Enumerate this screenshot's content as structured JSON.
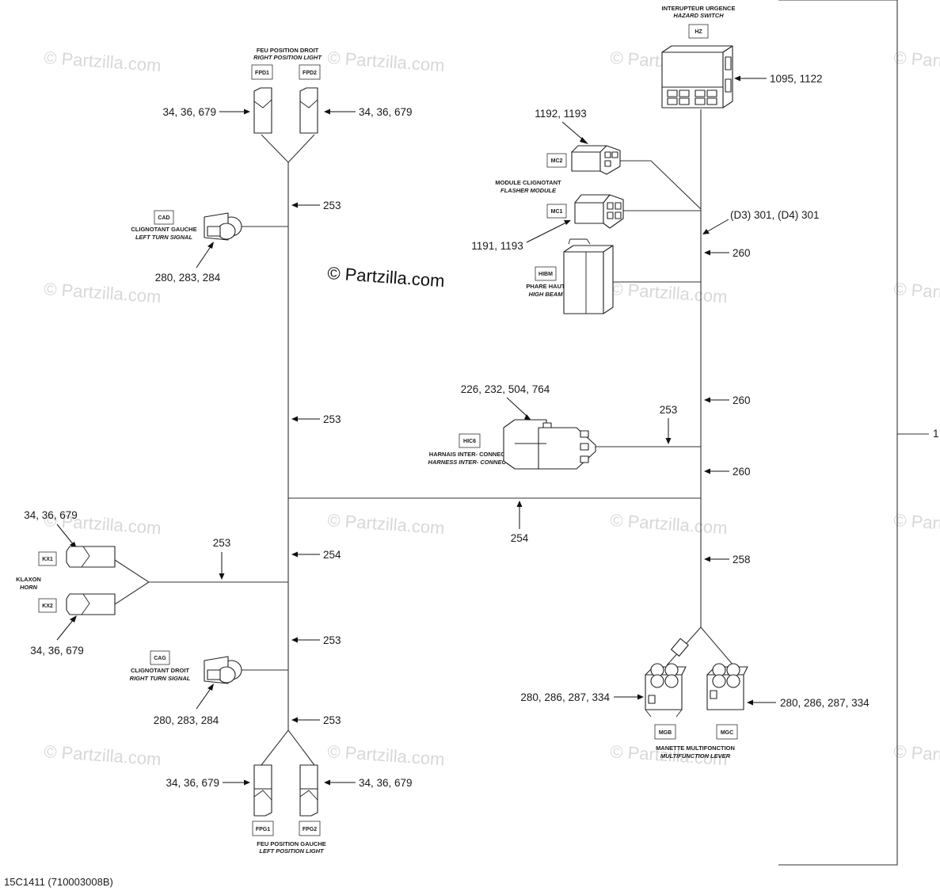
{
  "watermark": {
    "main": "© Partzilla.com",
    "repeat": "© Partzilla.com"
  },
  "footer": {
    "code": "15C1411 (710003008B)"
  },
  "bracket_label": "1",
  "components": {
    "hazard_switch": {
      "fr": "INTERUPTEUR URGENCE",
      "en": "HAZARD SWITCH",
      "tag": "HZ",
      "ref": "1095, 1122"
    },
    "right_position_light": {
      "fr": "FEU POSITION DROIT",
      "en": "RIGHT POSITION LIGHT",
      "tag1": "FPD1",
      "tag2": "FPD2",
      "ref1": "34, 36, 679",
      "ref2": "34, 36, 679"
    },
    "left_turn_signal": {
      "fr": "CLIGNOTANT GAUCHE",
      "en": "LEFT TURN SIGNAL",
      "tag": "CAD",
      "ref": "280, 283, 284"
    },
    "flasher_module": {
      "fr": "MODULE CLIGNOTANT",
      "en": "FLASHER MODULE",
      "tag1": "MC2",
      "tag2": "MC1",
      "ref1": "1192, 1193",
      "ref2": "1191, 1193"
    },
    "high_beam": {
      "fr": "PHARE HAUT",
      "en": "HIGH BEAM",
      "tag": "HIBM"
    },
    "harness_interconnect": {
      "fr": "HARNAIS INTER- CONNECT",
      "en": "HARNESS INTER- CONNECT",
      "tag": "HIC6",
      "ref": "226, 232, 504, 764"
    },
    "horn": {
      "fr": "KLAXON",
      "en": "HORN",
      "tag1": "KX1",
      "tag2": "KX2",
      "ref1": "34, 36, 679",
      "ref2": "34, 36, 679"
    },
    "right_turn_signal": {
      "fr": "CLIGNOTANT DROIT",
      "en": "RIGHT TURN SIGNAL",
      "tag": "CAG",
      "ref": "280, 283, 284"
    },
    "left_position_light": {
      "fr": "FEU POSITION GAUCHE",
      "en": "LEFT POSITION LIGHT",
      "tag1": "FPG1",
      "tag2": "FPG2",
      "ref1": "34, 36, 679",
      "ref2": "34, 36, 679"
    },
    "multifunction_lever": {
      "fr": "MANETTE MULTIFONCTION",
      "en": "MULTIFUNCTION LEVER",
      "tag1": "MGB",
      "tag2": "MGC",
      "ref1": "280, 286, 287, 334",
      "ref2": "280, 286, 287, 334"
    }
  },
  "wires": {
    "w253_a": "253",
    "w253_b": "253",
    "w253_horn": "253",
    "w253_c": "253",
    "w253_d": "253",
    "w253_hic": "253",
    "w254_a": "254",
    "w254_b": "254",
    "w260_a": "260",
    "w260_b": "260",
    "w260_c": "260",
    "w258": "258",
    "w301": "(D3) 301, (D4) 301"
  }
}
